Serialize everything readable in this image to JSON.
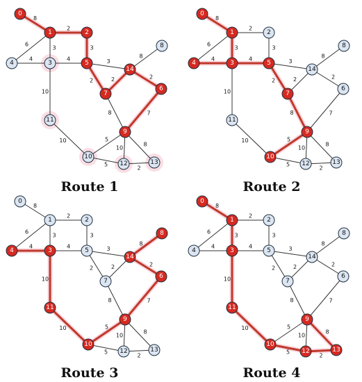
{
  "colors": {
    "node_fill": "#dce6f2",
    "node_stroke": "#1f2f3f",
    "route_node_fill": "#d62a21",
    "route_edge": "#c0392b",
    "halo": "#f4b6c2",
    "edge": "#333333"
  },
  "graph": {
    "nodes": [
      {
        "id": "n0",
        "label": "0"
      },
      {
        "id": "n1",
        "label": "1"
      },
      {
        "id": "n2",
        "label": "2"
      },
      {
        "id": "n3",
        "label": "3"
      },
      {
        "id": "n4",
        "label": "4"
      },
      {
        "id": "n5",
        "label": "5"
      },
      {
        "id": "n6",
        "label": "6"
      },
      {
        "id": "n7",
        "label": "7"
      },
      {
        "id": "n8",
        "label": "8"
      },
      {
        "id": "n9",
        "label": "9"
      },
      {
        "id": "n10",
        "label": "10"
      },
      {
        "id": "n11",
        "label": "11"
      },
      {
        "id": "n12",
        "label": "12"
      },
      {
        "id": "n13",
        "label": "13"
      },
      {
        "id": "n14",
        "label": "14"
      }
    ],
    "edges": [
      {
        "a": "n0",
        "b": "n1",
        "w": "8"
      },
      {
        "a": "n1",
        "b": "n2",
        "w": "2"
      },
      {
        "a": "n1",
        "b": "n4",
        "w": "6"
      },
      {
        "a": "n1",
        "b": "n3",
        "w": "3"
      },
      {
        "a": "n2",
        "b": "n5",
        "w": "3"
      },
      {
        "a": "n4",
        "b": "n3",
        "w": "4"
      },
      {
        "a": "n3",
        "b": "n5",
        "w": "4"
      },
      {
        "a": "n3",
        "b": "n11",
        "w": "10"
      },
      {
        "a": "n5",
        "b": "n14",
        "w": "3"
      },
      {
        "a": "n5",
        "b": "n7",
        "w": "2"
      },
      {
        "a": "n14",
        "b": "n8",
        "w": "8"
      },
      {
        "a": "n14",
        "b": "n6",
        "w": "2"
      },
      {
        "a": "n14",
        "b": "n7",
        "w": "2"
      },
      {
        "a": "n7",
        "b": "n9",
        "w": "8"
      },
      {
        "a": "n6",
        "b": "n9",
        "w": "7"
      },
      {
        "a": "n11",
        "b": "n10",
        "w": "10"
      },
      {
        "a": "n10",
        "b": "n9",
        "w": "5"
      },
      {
        "a": "n9",
        "b": "n12",
        "w": "10"
      },
      {
        "a": "n9",
        "b": "n13",
        "w": "8"
      },
      {
        "a": "n10",
        "b": "n12",
        "w": "5"
      },
      {
        "a": "n12",
        "b": "n13",
        "w": "2"
      }
    ]
  },
  "panels": [
    {
      "title": "Route 1",
      "route_nodes": [
        "n0",
        "n1",
        "n2",
        "n5",
        "n7",
        "n14",
        "n6",
        "n9"
      ],
      "route_edges": [
        [
          "n0",
          "n1"
        ],
        [
          "n1",
          "n2"
        ],
        [
          "n2",
          "n5"
        ],
        [
          "n5",
          "n7"
        ],
        [
          "n7",
          "n14"
        ],
        [
          "n14",
          "n6"
        ],
        [
          "n6",
          "n9"
        ]
      ],
      "halo_nodes": [
        "n3",
        "n11",
        "n10",
        "n12",
        "n13"
      ]
    },
    {
      "title": "Route 2",
      "route_nodes": [
        "n0",
        "n1",
        "n3",
        "n4",
        "n5",
        "n7",
        "n9",
        "n10"
      ],
      "route_edges": [
        [
          "n0",
          "n1"
        ],
        [
          "n1",
          "n3"
        ],
        [
          "n4",
          "n3"
        ],
        [
          "n3",
          "n5"
        ],
        [
          "n5",
          "n7"
        ],
        [
          "n7",
          "n9"
        ],
        [
          "n9",
          "n10"
        ]
      ],
      "halo_nodes": []
    },
    {
      "title": "Route 3",
      "route_nodes": [
        "n4",
        "n3",
        "n11",
        "n10",
        "n9",
        "n6",
        "n14",
        "n8"
      ],
      "route_edges": [
        [
          "n4",
          "n3"
        ],
        [
          "n3",
          "n11"
        ],
        [
          "n11",
          "n10"
        ],
        [
          "n10",
          "n9"
        ],
        [
          "n9",
          "n6"
        ],
        [
          "n6",
          "n14"
        ],
        [
          "n14",
          "n8"
        ]
      ],
      "halo_nodes": []
    },
    {
      "title": "Route 4",
      "route_nodes": [
        "n0",
        "n1",
        "n3",
        "n11",
        "n10",
        "n12",
        "n13",
        "n9"
      ],
      "route_edges": [
        [
          "n0",
          "n1"
        ],
        [
          "n1",
          "n3"
        ],
        [
          "n3",
          "n11"
        ],
        [
          "n11",
          "n10"
        ],
        [
          "n10",
          "n12"
        ],
        [
          "n12",
          "n13"
        ],
        [
          "n13",
          "n9"
        ]
      ],
      "halo_nodes": []
    }
  ]
}
